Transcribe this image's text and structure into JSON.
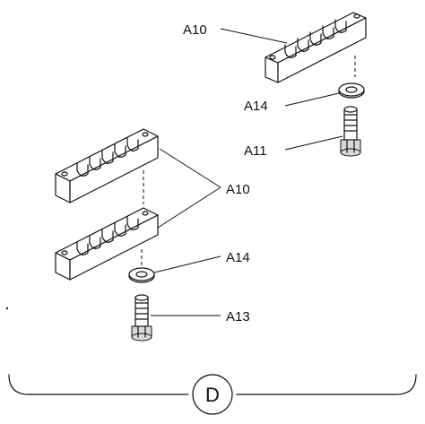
{
  "labels": {
    "a10_top": "A10",
    "a14_top": "A14",
    "a11": "A11",
    "a10_mid": "A10",
    "a14_low": "A14",
    "a13": "A13"
  },
  "section": {
    "letter": "D"
  }
}
